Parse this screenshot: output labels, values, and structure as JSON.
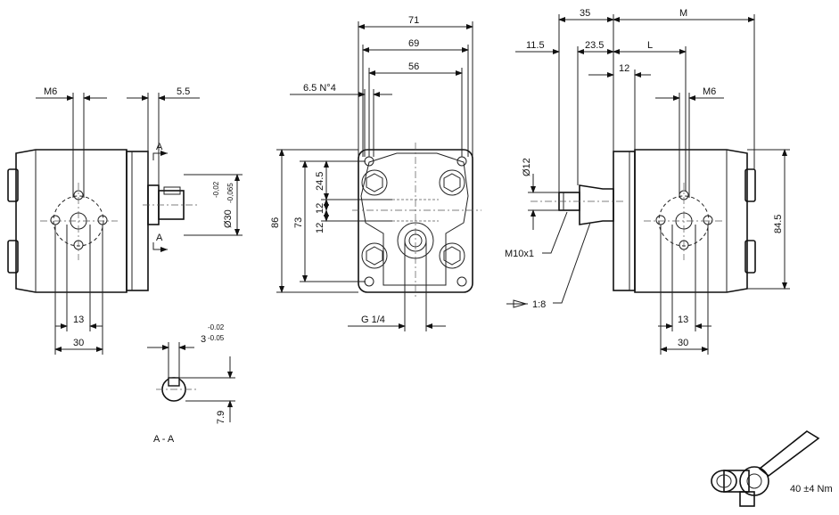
{
  "views": {
    "left": {
      "dim_m6": "M6",
      "dim_shaft_offset": "5.5",
      "section_mark_top": "A",
      "section_mark_bottom": "A",
      "dim_shaft_tol_upper": "-0,02",
      "dim_shaft_tol_lower": "-0,065",
      "dim_shaft_dia": "Ø30",
      "dim_13": "13",
      "dim_30": "30"
    },
    "section": {
      "dim_key_width": "3",
      "dim_key_tol_upper": "-0.02",
      "dim_key_tol_lower": "-0.05",
      "dim_key_height": "7.9",
      "label": "A - A"
    },
    "front": {
      "dim_71": "71",
      "dim_69": "69",
      "dim_56": "56",
      "dim_holes": "6.5 N°4",
      "dim_86": "86",
      "dim_73": "73",
      "dim_24_5": "24.5",
      "dim_12a": "12",
      "dim_12b": "12",
      "dim_port": "G 1/4"
    },
    "right": {
      "dim_35": "35",
      "dim_m_total": "M",
      "dim_11_5": "11.5",
      "dim_23_5": "23.5",
      "dim_l": "L",
      "dim_12": "12",
      "dim_m6": "M6",
      "dim_dia12": "Ø12",
      "dim_thread": "M10x1",
      "dim_taper": "1:8",
      "dim_84_5": "84.5",
      "dim_13": "13",
      "dim_30": "30"
    },
    "torque": {
      "label": "40 ±4 Nm"
    }
  }
}
